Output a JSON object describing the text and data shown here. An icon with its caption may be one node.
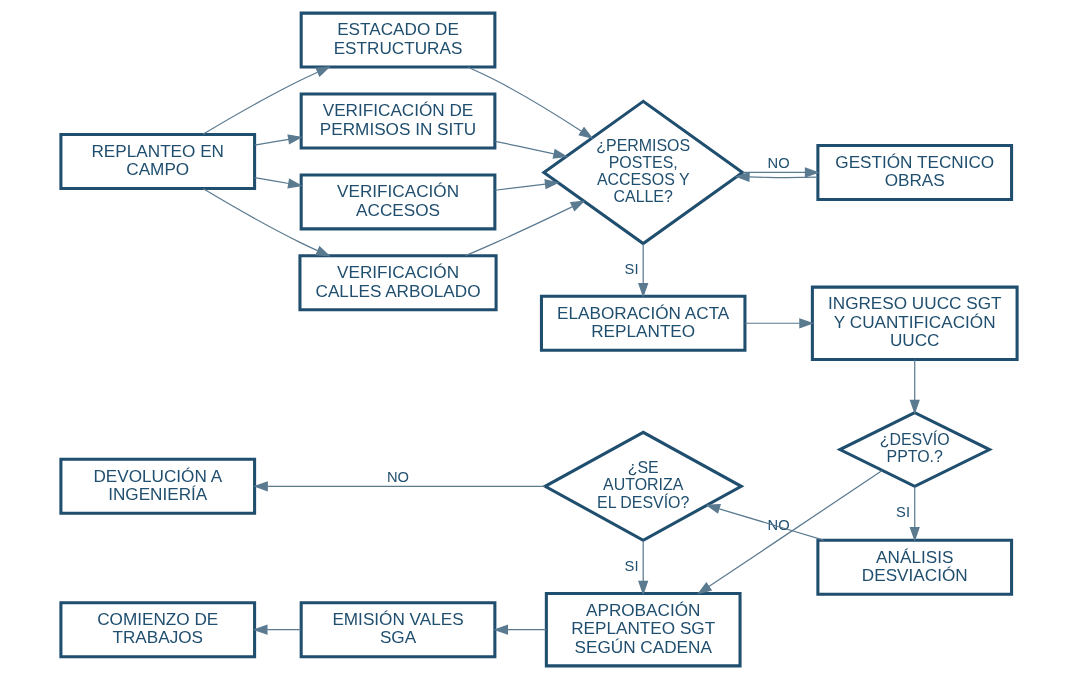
{
  "diagram": {
    "nodes": [
      {
        "text": [
          "REPLANTEO EN CAMPO"
        ]
      },
      {
        "text": [
          "ESTACADO DE ESTRUCTURAS"
        ]
      },
      {
        "text": [
          "VERIFICACIÓN DE PERMISOS IN SITU"
        ]
      },
      {
        "text": [
          "VERIFICACIÓN ACCESOS"
        ]
      },
      {
        "text": [
          "VERIFICACIÓN CALLES ARBOLADO"
        ]
      },
      {
        "text": [
          "¿PERMISOS POSTES, ACCESOS Y CALLE?"
        ]
      },
      {
        "text": [
          "GESTIÓN TECNICO OBRAS"
        ]
      },
      {
        "text": [
          "ELABORACIÓN ACTA REPLANTEO"
        ]
      },
      {
        "text": [
          "INGRESO UUCC SGT Y CUANTIFICACIÓN UUCC"
        ]
      },
      {
        "text": [
          "¿DESVÍO PPTO.?"
        ]
      },
      {
        "text": [
          "APROBACIÓN REPLANTEO SGT SEGÚN CADENA"
        ]
      },
      {
        "text": [
          "EMISIÓN VALES SGA"
        ]
      },
      {
        "text": [
          "COMIENZO DE TRABAJOS"
        ]
      },
      {
        "text": [
          "ANÁLISIS DESVIACIÓN"
        ]
      },
      {
        "text": [
          "¿SE AUTORIZA EL DESVÍO?"
        ]
      },
      {
        "text": [
          "DEVOLUCIÓN A INGENIERÍA"
        ]
      }
    ],
    "edges": [
      {
        "from": 0,
        "to": 1,
        "arrow": "to"
      },
      {
        "from": 0,
        "to": 2,
        "arrow": "to"
      },
      {
        "from": 0,
        "to": 3,
        "arrow": "to"
      },
      {
        "from": 0,
        "to": 4,
        "arrow": "to"
      },
      {
        "from": 1,
        "to": 5,
        "arrow": "to"
      },
      {
        "from": 2,
        "to": 5,
        "arrow": "to"
      },
      {
        "from": 3,
        "to": 5,
        "arrow": "to"
      },
      {
        "from": 4,
        "to": 5,
        "arrow": "to"
      },
      {
        "from": 5,
        "to": 6,
        "arrow": "to",
        "label": "NO"
      },
      {
        "from": 6,
        "to": 5,
        "arrow": "to"
      },
      {
        "from": 5,
        "to": 7,
        "arrow": "to",
        "label": "SI"
      },
      {
        "from": 7,
        "to": 8,
        "arrow": "to"
      },
      {
        "from": 8,
        "to": 9,
        "arrow": "to"
      },
      {
        "from": 9,
        "to": 10,
        "arrow": "to",
        "label": "NO"
      },
      {
        "from": 10,
        "to": 11,
        "arrow": "to"
      },
      {
        "from": 11,
        "to": 12,
        "arrow": "to"
      },
      {
        "from": 9,
        "to": 13,
        "arrow": "to",
        "label": "SI"
      },
      {
        "from": 13,
        "to": 14,
        "arrow": "to"
      },
      {
        "from": 14,
        "to": 15,
        "arrow": "to",
        "label": "NO"
      },
      {
        "from": 14,
        "to": 10,
        "arrow": "to",
        "label": "SI"
      }
    ]
  }
}
